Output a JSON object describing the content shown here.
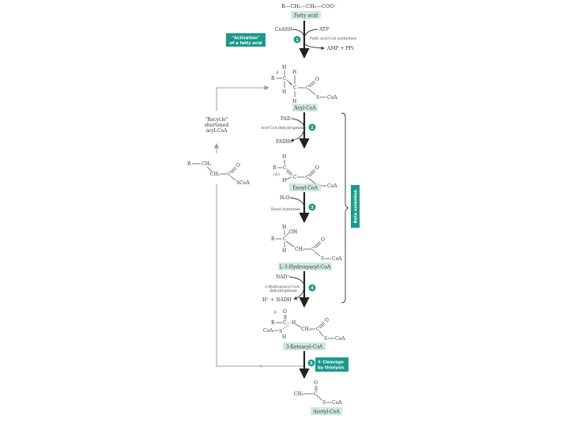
{
  "colors": {
    "accent": "#1a9a8a",
    "label_bg": "#cfe8e3",
    "arrow": "#222222",
    "recycle_line": "#9aa5a5"
  },
  "boxes": {
    "activation": [
      "\"Activation\"",
      "of a fatty acid"
    ],
    "beta_oxidation": "Beta oxidation",
    "cleavage": [
      "⑤ Cleavage",
      "by thiolysis"
    ]
  },
  "recycle_note": [
    "\"Recycle\"",
    "shortened",
    "acyl-CoA"
  ],
  "reactions": {
    "activation": {
      "input": "CoASH",
      "input2": "ATP",
      "enzyme": "Fatty acyl-CoA synthetase",
      "output": "AMP + PPi",
      "step": "1"
    },
    "step2": {
      "input": "FAD",
      "enzyme": "Acyl-CoA dehydrogenase",
      "output": "FADH₂",
      "step": "2"
    },
    "step3": {
      "input": "H₂O",
      "enzyme": "Enoyl hydratase",
      "step": "3"
    },
    "step4": {
      "input": "NAD⁺",
      "enzyme_lines": [
        "3-Hydroxyacyl-CoA",
        "dehydrogenase"
      ],
      "output": "H⁺ + NADH",
      "step": "4"
    },
    "step5": {
      "step": "5"
    }
  },
  "compounds": {
    "fatty_acid": {
      "formula": "R—CH₂—CH₂—COO⁻",
      "name": "Fatty acid"
    },
    "acyl_coa": {
      "name": "Acyl-CoA"
    },
    "enoyl_coa": {
      "name": "Enoyl-CoA"
    },
    "hydroxyacyl_coa": {
      "name": "L-3-Hydroxyacyl-CoA"
    },
    "ketoacyl_coa": {
      "name": "3-Ketoacyl-CoA"
    },
    "acetyl_coa": {
      "name": "Acetyl-CoA"
    }
  },
  "atoms": {
    "R": "R",
    "H": "H",
    "C": "C",
    "O": "O",
    "S": "S",
    "CoA": "CoA",
    "SCoA": "SCoA",
    "OH": "OH",
    "CH2": "CH₂",
    "CH3": "CH₃",
    "beta": "β",
    "alpha": "α",
    "trans": "(Δ²)"
  }
}
